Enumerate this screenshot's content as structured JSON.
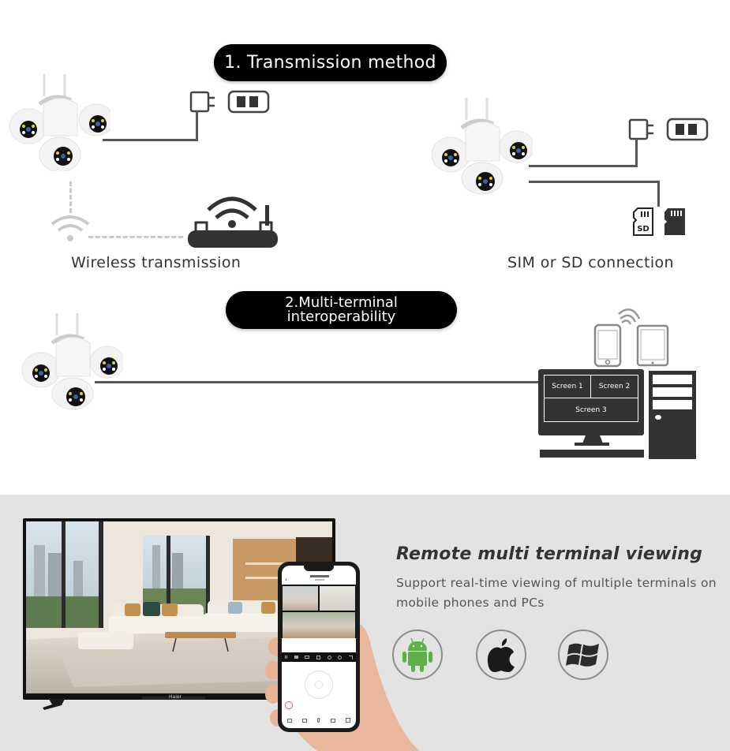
{
  "section1": {
    "title": "1. Transmission method",
    "wireless_label": "Wireless transmission",
    "sim_sd_label": "SIM or SD connection",
    "sd_card_text": "SD"
  },
  "section2": {
    "title_line1": "2.Multi-terminal",
    "title_line2": "interoperability",
    "screens": [
      "Screen 1",
      "Screen 2",
      "Screen 3"
    ]
  },
  "remote": {
    "heading": "Remote multi terminal viewing",
    "description": "Support real-time viewing of multiple terminals on mobile phones and PCs",
    "tv_brand": "Haier",
    "os_icons": [
      {
        "name": "android-icon",
        "color": "#5fb04a"
      },
      {
        "name": "apple-icon",
        "color": "#1a1a1a"
      },
      {
        "name": "windows-icon",
        "color": "#2b2b2b"
      }
    ]
  },
  "colors": {
    "pill_bg": "#000000",
    "line": "#555555",
    "gray_section": "#e3e3e3",
    "android_green": "#5fb04a",
    "led_yellow": "#e8d21c"
  }
}
